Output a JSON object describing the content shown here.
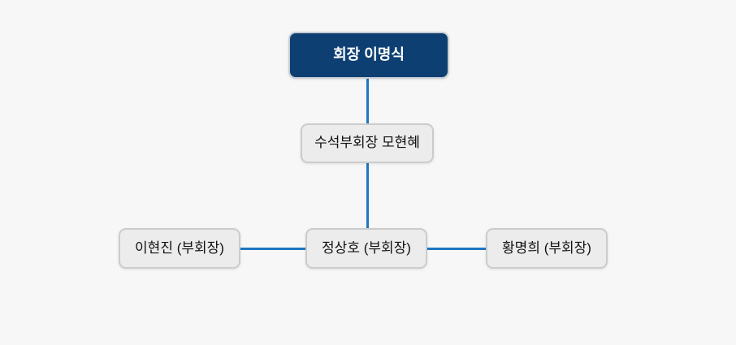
{
  "colors": {
    "page_background": "#f7f7f7",
    "chairman_box_background": "#0d3f72",
    "chairman_box_text": "#ffffff",
    "member_box_background": "#ececec",
    "member_box_border": "#cccccc",
    "member_box_text": "#111111",
    "connector_line": "#1f76c2"
  },
  "org_chart": {
    "chairman": {
      "label": "회장 이명식"
    },
    "senior_vice_chairman": {
      "label": "수석부회장 모현혜"
    },
    "vice_chairmen": [
      {
        "label": "이현진 (부회장)"
      },
      {
        "label": "정상호 (부회장)"
      },
      {
        "label": "황명희 (부회장)"
      }
    ]
  }
}
